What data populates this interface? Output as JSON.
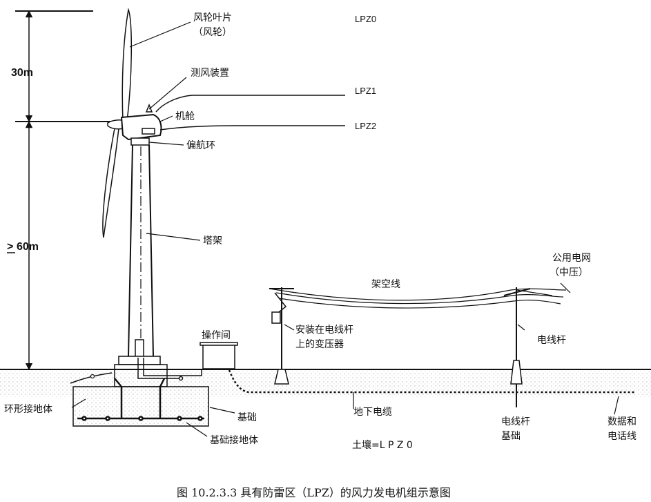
{
  "heights": {
    "top": "30m",
    "tower": "60m",
    "tower_prefix": ">"
  },
  "zones": {
    "lpz0": "LPZ0",
    "lpz1": "LPZ1",
    "lpz2": "LPZ2"
  },
  "labels": {
    "blade": "风轮叶片",
    "rotor": "（风轮）",
    "anemometer": "测风装置",
    "nacelle": "机舱",
    "yaw_ring": "偏航环",
    "tower": "塔架",
    "operation_room": "操作间",
    "overhead_line": "架空线",
    "transformer_line1": "安装在电线杆",
    "transformer_line2": "上的变压器",
    "public_grid": "公用电网",
    "public_grid_mv": "（中压）",
    "pole": "电线杆",
    "ring_earth": "环形接地体",
    "foundation": "基础",
    "foundation_earth": "基础接地体",
    "underground_cable": "地下电缆",
    "pole_base_1": "电线杆",
    "pole_base_2": "基础",
    "data_line_1": "数据和",
    "data_line_2": "电话线",
    "soil": "土壤=L P Z 0"
  },
  "caption": "图 10.2.3.3  具有防雷区（LPZ）的风力发电机组示意图"
}
